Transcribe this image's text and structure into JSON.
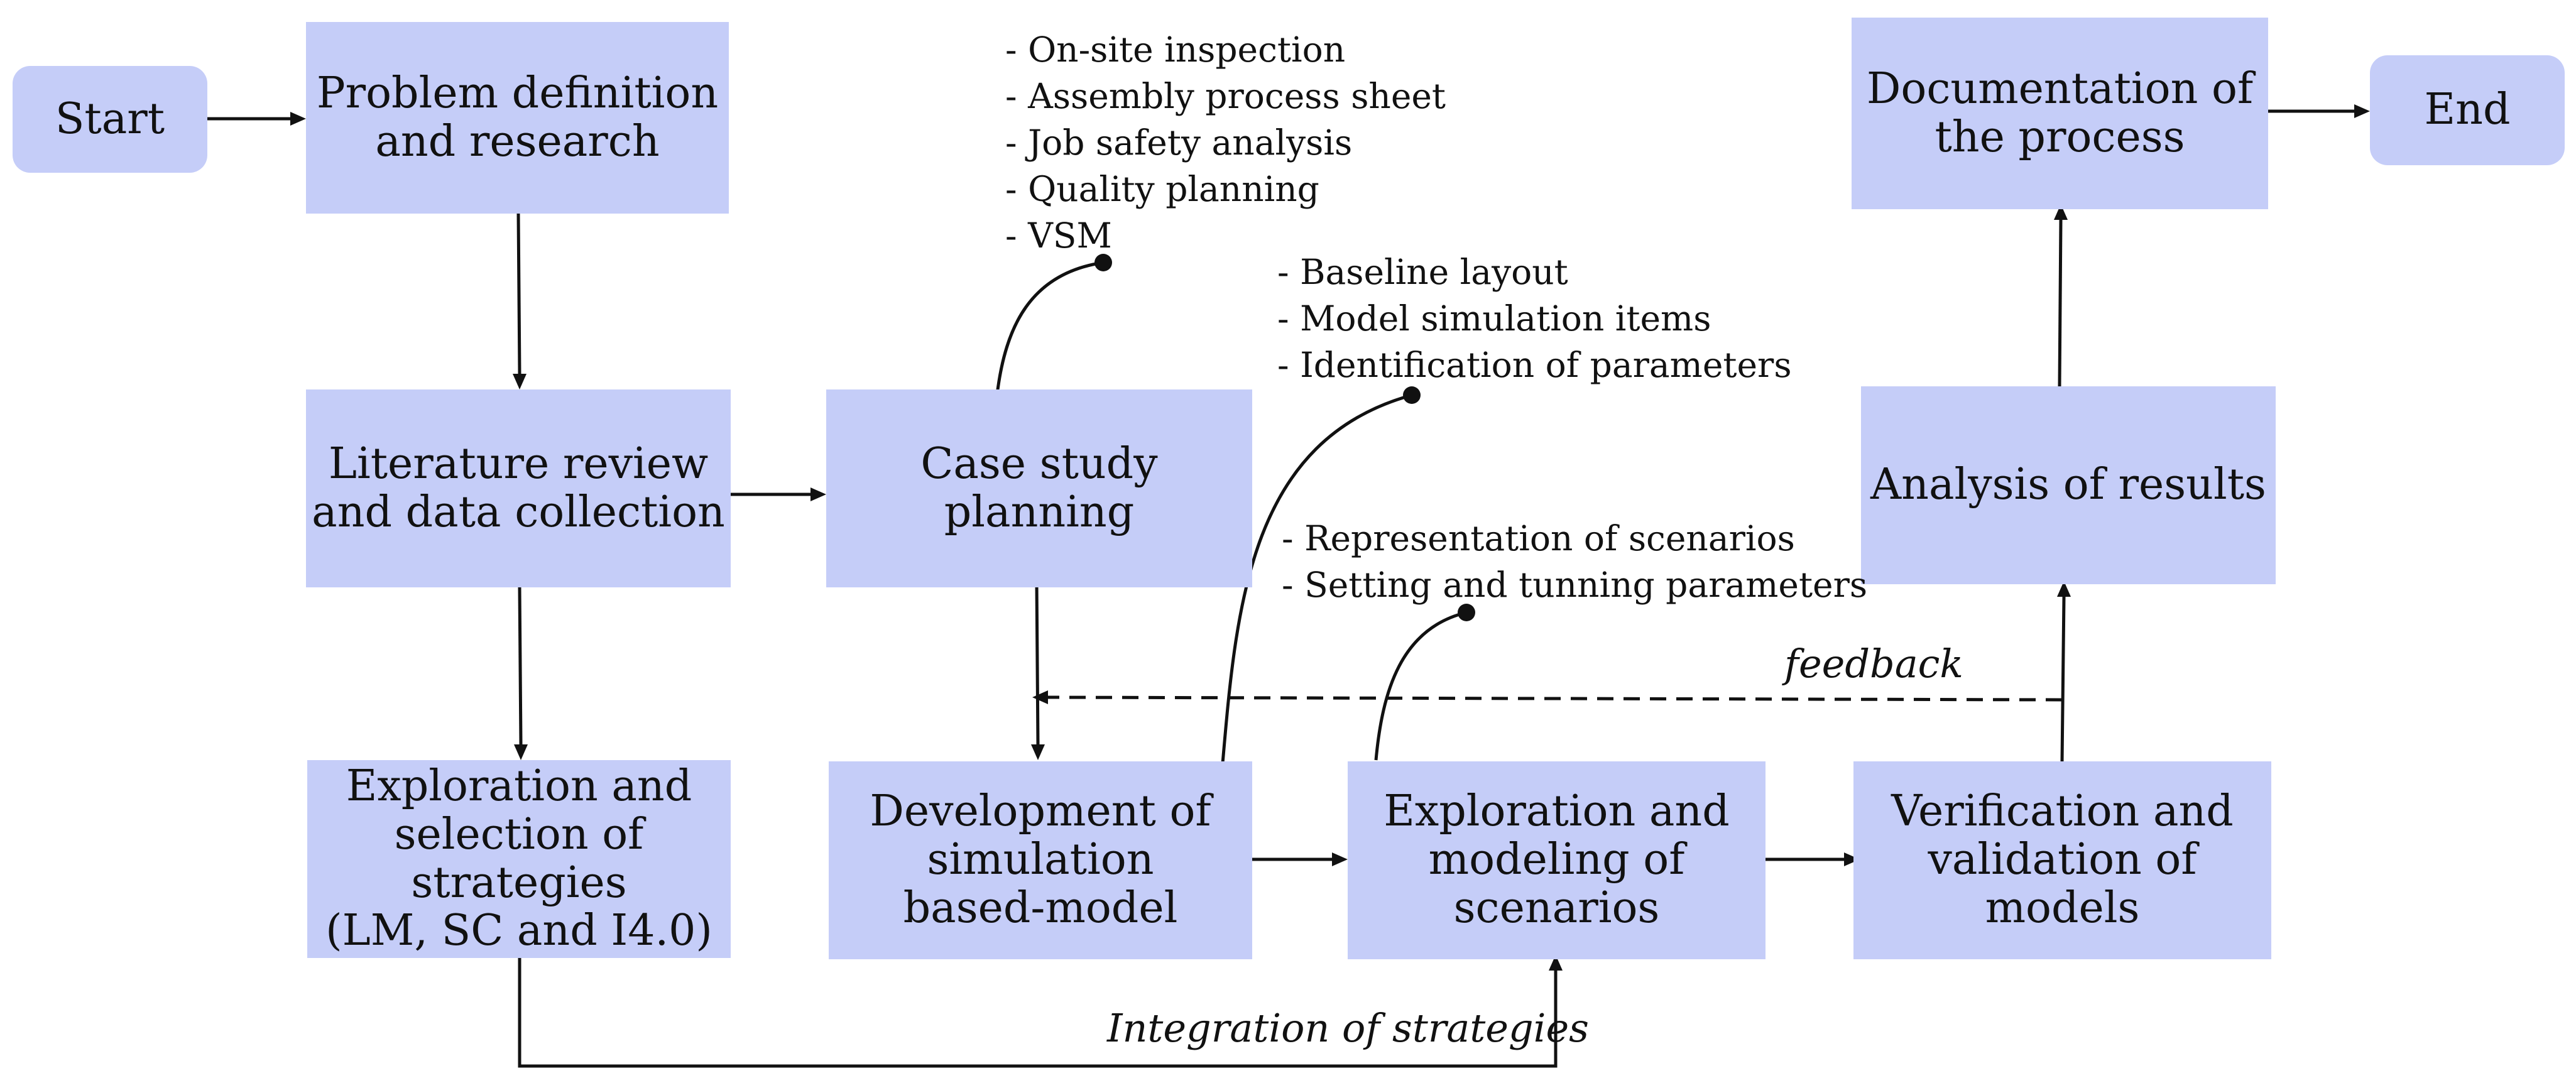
{
  "nodes": {
    "start": "Start",
    "end": "End",
    "problem_definition": "Problem definition\nand research",
    "literature_review": "Literature  review\nand data collection",
    "exploration_strategies": "Exploration and\nselection of\nstrategies\n(LM, SC and I4.0)",
    "case_study_planning": "Case study\nplanning",
    "development_model": "Development of\nsimulation\nbased-model",
    "exploration_scenarios": "Exploration and\nmodeling of\nscenarios",
    "verification_validation": "Verification and\nvalidation of models",
    "analysis_results": "Analysis of results",
    "documentation": "Documentation of\nthe process"
  },
  "notes": {
    "case_study": [
      "- On-site inspection",
      "- Assembly process sheet",
      "- Job safety analysis",
      "- Quality planning",
      "- VSM"
    ],
    "development": [
      "- Baseline layout",
      "- Model simulation items",
      "- Identification of parameters"
    ],
    "scenarios": [
      "- Representation of scenarios",
      "- Setting and tunning parameters"
    ]
  },
  "edge_labels": {
    "feedback": "feedback",
    "integration": "Integration of strategies"
  },
  "colors": {
    "box_fill": "#c5cdf8",
    "line": "#111111"
  }
}
